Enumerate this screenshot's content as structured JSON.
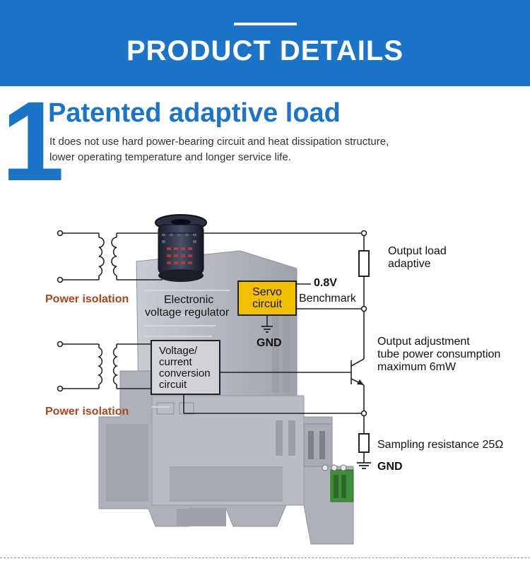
{
  "banner": {
    "title": "PRODUCT DETAILS"
  },
  "feature": {
    "number": "1",
    "title": "Patented adaptive load",
    "desc_line1": "It does not use hard power-bearing circuit and heat dissipation structure,",
    "desc_line2": "lower operating temperature and longer service life."
  },
  "diagram": {
    "power_isolation_top": "Power isolation",
    "power_isolation_bottom": "Power isolation",
    "electronic_line1": "Electronic",
    "electronic_line2": "voltage regulator",
    "servo_line1": "Servo",
    "servo_line2": "circuit",
    "benchmark_voltage": "0.8V",
    "benchmark_label": "Benchmark",
    "gnd_servo": "GND",
    "conv_line1": "Voltage/",
    "conv_line2": "current",
    "conv_line3": "conversion",
    "conv_line4": "circuit",
    "output_load_line1": "Output load",
    "output_load_line2": "adaptive",
    "adj_line1": "Output adjustment",
    "adj_line2": "tube power consumption",
    "adj_line3": "maximum 6mW",
    "sampling": "Sampling resistance 25Ω",
    "gnd_bottom": "GND"
  },
  "colors": {
    "brand_blue": "#1c74c9",
    "servo_yellow": "#f2c000",
    "isolation_label": "#a9461c"
  }
}
